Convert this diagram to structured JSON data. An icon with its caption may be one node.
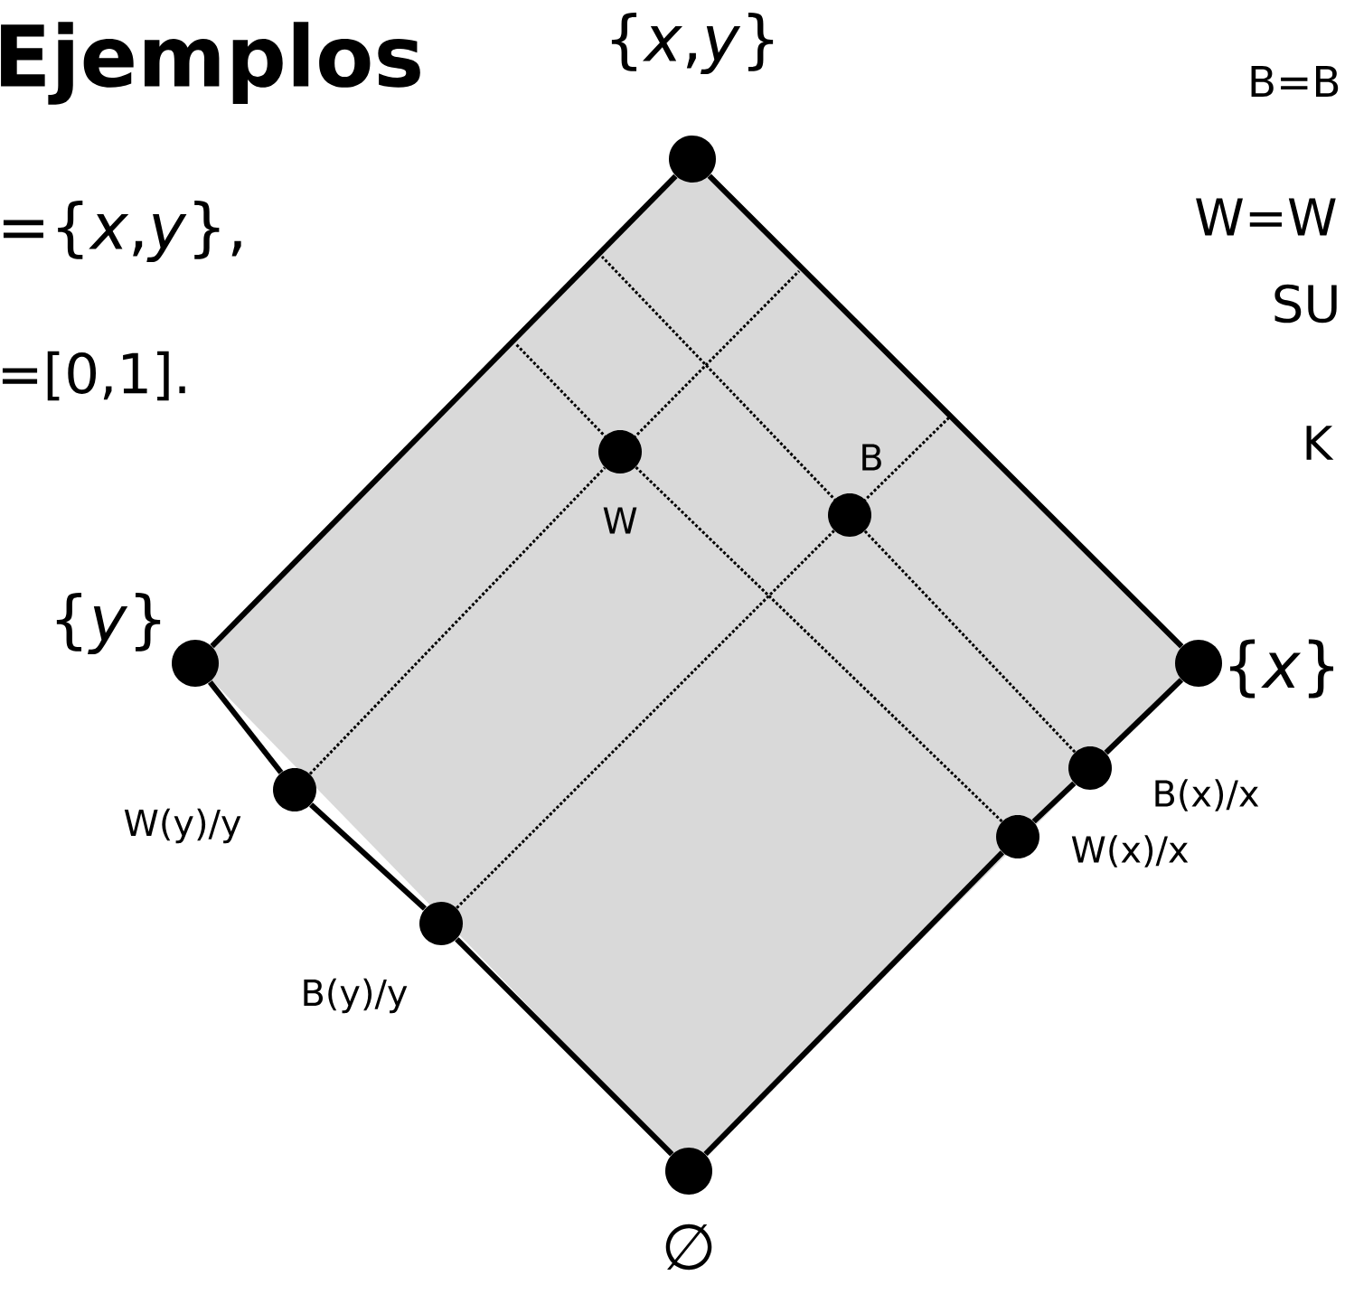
{
  "diagram": {
    "title": "Ejemplos",
    "nodes": [
      {
        "text": [
          "{*x*,*y*}"
        ]
      },
      {
        "text": [
          "{*x*}"
        ]
      },
      {
        "text": [
          "B(x)/x"
        ]
      },
      {
        "text": [
          "W(x)/x"
        ]
      },
      {
        "text": [
          "∅"
        ]
      },
      {
        "text": [
          "B(y)/y"
        ]
      },
      {
        "text": [
          "W(y)/y"
        ]
      },
      {
        "text": [
          "{*y*}"
        ]
      },
      {
        "text": [
          "W"
        ]
      },
      {
        "text": [
          "B"
        ]
      }
    ],
    "edges": [
      {
        "from": 0,
        "to": 1,
        "arrow": "none"
      },
      {
        "from": 1,
        "to": 2,
        "arrow": "none"
      },
      {
        "from": 2,
        "to": 3,
        "arrow": "none"
      },
      {
        "from": 3,
        "to": 4,
        "arrow": "none"
      },
      {
        "from": 4,
        "to": 5,
        "arrow": "none"
      },
      {
        "from": 5,
        "to": 6,
        "arrow": "none"
      },
      {
        "from": 6,
        "to": 7,
        "arrow": "none"
      },
      {
        "from": 7,
        "to": 0,
        "arrow": "none"
      },
      {
        "from": 6,
        "to": 8,
        "arrow": "none",
        "style": "dashed"
      },
      {
        "from": 3,
        "to": 8,
        "arrow": "none",
        "style": "dashed"
      },
      {
        "from": 5,
        "to": 9,
        "arrow": "none",
        "style": "dashed"
      },
      {
        "from": 2,
        "to": 9,
        "arrow": "none",
        "style": "dashed"
      }
    ],
    "labels": [
      "={*x*,*y*},",
      "=[0,1].",
      "B=B",
      "W=W",
      "SU",
      "K"
    ]
  }
}
